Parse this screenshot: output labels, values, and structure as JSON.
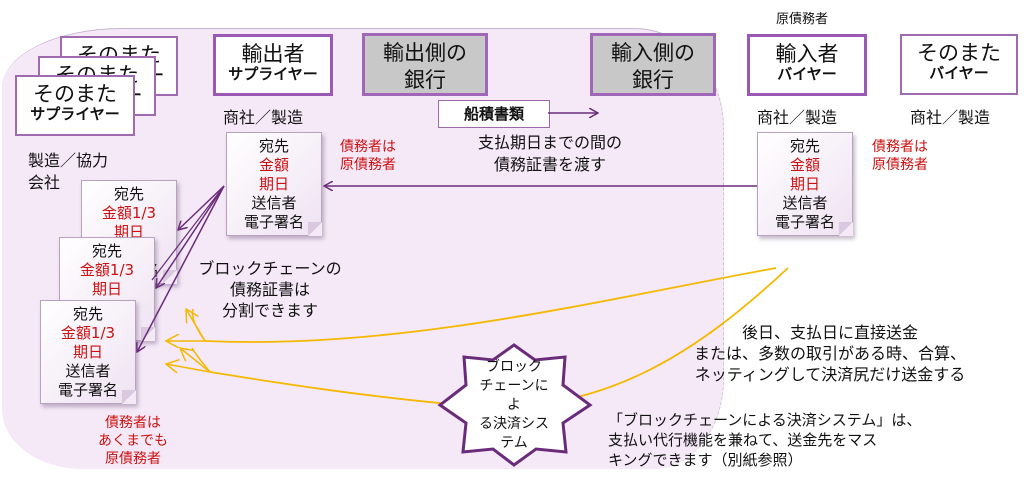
{
  "top_label": "原債務者",
  "suppliers_stack": [
    {
      "line1": "そのまた",
      "line2": "サプライヤー"
    },
    {
      "line1": "そのまた",
      "line2": "サプライヤー"
    },
    {
      "line1": "そのまた",
      "line2": "サプライヤー"
    }
  ],
  "supplier_caption": [
    "製造／協力",
    "会社"
  ],
  "exporter": {
    "line1": "輸出者",
    "line2": "サプライヤー",
    "caption": "商社／製造"
  },
  "export_bank": {
    "line1": "輸出側の",
    "line2": "銀行"
  },
  "import_bank": {
    "line1": "輸入側の",
    "line2": "銀行"
  },
  "importer": {
    "line1": "輸入者",
    "line2": "バイヤー",
    "caption": "商社／製造"
  },
  "far_buyer": {
    "line1": "そのまた",
    "line2": "バイヤー",
    "caption": "商社／製造"
  },
  "shipping_docs": "船積書類",
  "bond_transfer_text": [
    "支払期日までの間の",
    "債務証書を渡す"
  ],
  "debtor_note_exporter": [
    "債務者は",
    "原債務者"
  ],
  "debtor_note_importer": [
    "債務者は",
    "原債務者"
  ],
  "debtor_note_bottom": [
    "債務者は",
    "あくまでも",
    "原債務者"
  ],
  "certificate_full": {
    "to": "宛先",
    "amount": "金額",
    "due": "期日",
    "sender": "送信者",
    "signature": "電子署名"
  },
  "certificate_split": {
    "to": "宛先",
    "amount": "金額1/3",
    "due": "期日",
    "sender": "送信者",
    "signature": "電子署名"
  },
  "split_text": [
    "ブロックチェーンの",
    "債務証書は",
    "分割できます"
  ],
  "settlement_system": [
    "ブロック",
    "チェーンによ",
    "る決済シス",
    "テム"
  ],
  "payment_text": [
    "後日、支払日に直接送金",
    "または、多数の取引がある時、合算、",
    "ネッティングして決済尻だけ送金する"
  ],
  "masking_text": [
    "「ブロックチェーンによる決済システム」は、",
    "支払い代行機能を兼ねて、送金先をマス",
    "キングできます（別紙参照）"
  ],
  "colors": {
    "accent_purple": "#9b59b6",
    "arrow_purple": "#6a2c7a",
    "arrow_yellow": "#f5b800",
    "debtor_red": "#cc1111",
    "bank_gray": "#c8c8c8",
    "region_bg": "#f5e9f7"
  }
}
